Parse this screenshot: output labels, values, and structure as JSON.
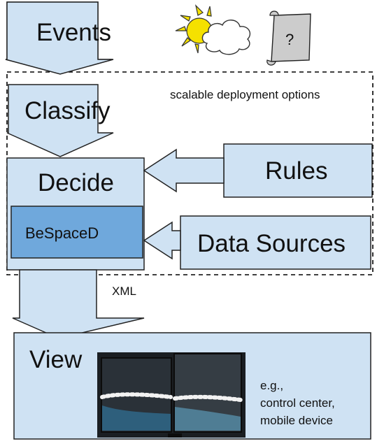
{
  "colors": {
    "box_fill": "#cfe2f3",
    "box_stroke": "#222222",
    "bespaced_fill": "#6fa8dc",
    "dashed_border": "#000000",
    "note_fill": "#cccccc",
    "sun_fill": "#f5e100"
  },
  "nodes": {
    "events": "Events",
    "classify": "Classify",
    "decide": "Decide",
    "bespaced": "BeSpaceD",
    "rules": "Rules",
    "data_sources": "Data Sources",
    "view": "View"
  },
  "labels": {
    "deployment": "scalable deployment options",
    "xml": "XML",
    "note_mark": "?",
    "view_note_line1": "e.g.,",
    "view_note_line2": "control center,",
    "view_note_line3": "mobile device"
  },
  "icons": {
    "weather": "sun-behind-cloud-icon",
    "document": "scroll-document-icon",
    "photo": "dark-monitors-photo"
  }
}
